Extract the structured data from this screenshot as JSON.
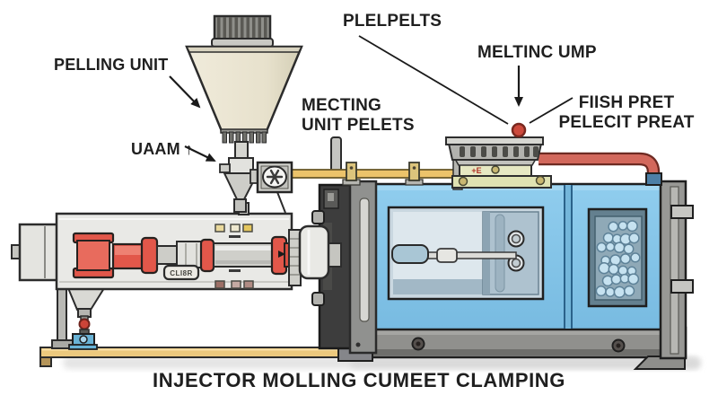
{
  "labels": {
    "hopper_label": "PELLING UNIT",
    "pellets_label": "PLELPELTS",
    "melting_pump_label": "MELTINC UMP",
    "melting_unit_label_line1": "MECTING",
    "melting_unit_label_line2": "UNIT PELETS",
    "finish_part_label_line1": "FIISH PRET",
    "finish_part_label_line2": "PELECIT PREAT",
    "feed_label": "UAAM ↑",
    "component_plate": "CLI8R",
    "heater_mark": "+E",
    "caption": "INJECTOR MOLLING CUMEET CLAMPING"
  },
  "colors": {
    "background": "#ffffff",
    "label_text": "#1f1f1f",
    "machine_blue": "#84c5e8",
    "component_red": "#e2574a",
    "hopper_cream": "#eae5d1",
    "table_tan": "#ecc97e",
    "rod_yellow": "#ecc36a",
    "pipe_red": "#d2685c",
    "heater_green": "#e3e6bd",
    "pellet_blue": "#c6e2f0",
    "dark_metal": "#3d3d3d",
    "base_gray": "#8e8e8b",
    "melt_drop_red": "#cd4a3d"
  }
}
